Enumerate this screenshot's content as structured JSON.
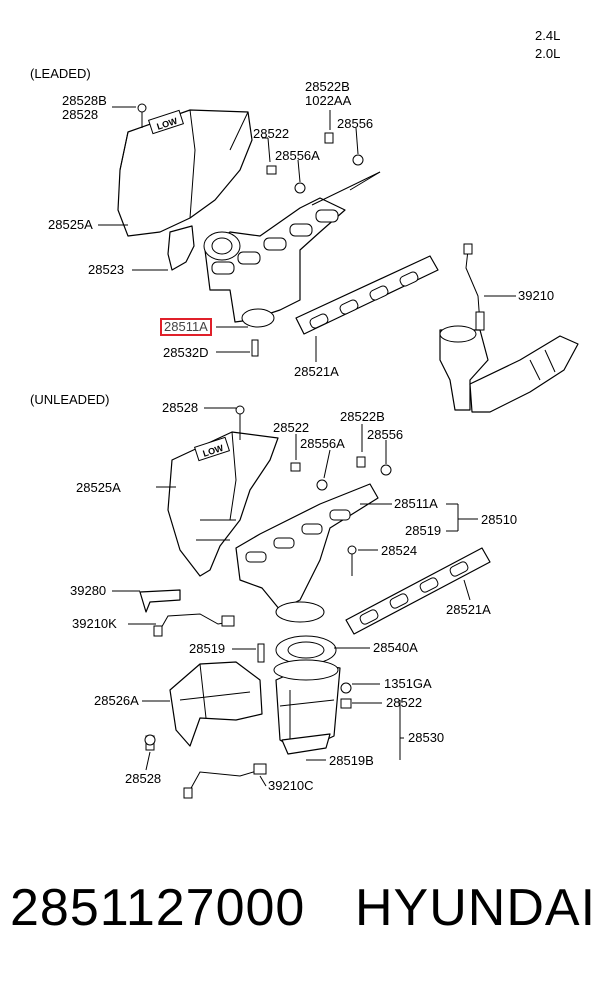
{
  "engine": {
    "a": "2.4L",
    "b": "2.0L"
  },
  "sections": {
    "leaded": "(LEADED)",
    "unleaded": "(UNLEADED)"
  },
  "top": {
    "l28528B": "28528B",
    "l28528": "28528",
    "l28522B": "28522B",
    "l1022AA": "1022AA",
    "l28522": "28522",
    "l28556": "28556",
    "l28556A": "28556A",
    "l28525A": "28525A",
    "l28523": "28523",
    "l39210": "39210",
    "l28511A": "28511A",
    "l28532D": "28532D",
    "l28521A": "28521A"
  },
  "bottom": {
    "l28528": "28528",
    "l28522": "28522",
    "l28522B": "28522B",
    "l28556A": "28556A",
    "l28556": "28556",
    "l28525A": "28525A",
    "l28511A": "28511A",
    "l28519": "28519",
    "l28510": "28510",
    "l28524": "28524",
    "l39280": "39280",
    "l39210K": "39210K",
    "l28521A": "28521A",
    "l28519b": "28519",
    "l28540A": "28540A",
    "l28526A": "28526A",
    "l1351GA": "1351GA",
    "l28522b": "28522",
    "l28530": "28530",
    "l28528b": "28528",
    "l28519B": "28519B",
    "l39210C": "39210C"
  },
  "footer": {
    "part_number": "2851127000",
    "brand": "HYUNDAI"
  },
  "colors": {
    "highlight": "#e0202a"
  }
}
